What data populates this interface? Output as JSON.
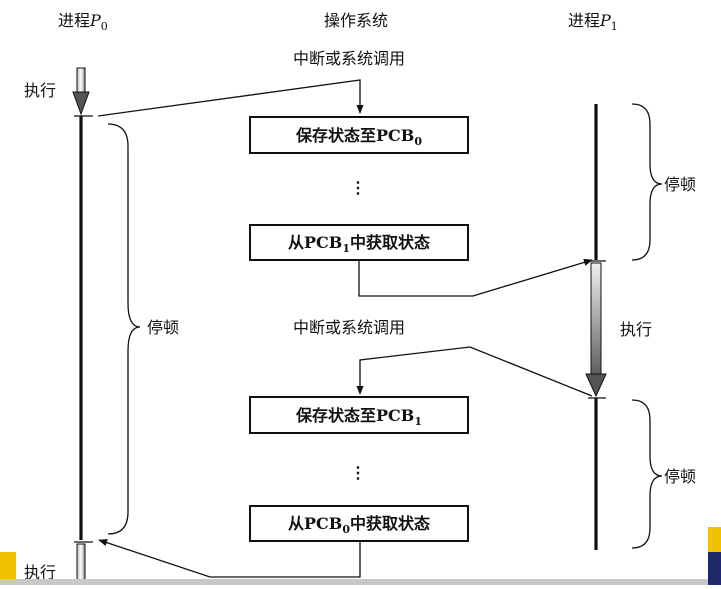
{
  "headers": {
    "p0_prefix": "进程",
    "p0_var": "P",
    "p0_sub": "0",
    "os": "操作系统",
    "p1_prefix": "进程",
    "p1_var": "P",
    "p1_sub": "1"
  },
  "os_labels": {
    "interrupt_top": "中断或系统调用",
    "interrupt_mid": "中断或系统调用",
    "ellipsis": "⋮"
  },
  "boxes": {
    "save_pcb0": {
      "main": "保存状态至PCB",
      "sub": "0",
      "after": ""
    },
    "load_pcb1": {
      "main": "从PCB",
      "sub": "1",
      "after": "中获取状态"
    },
    "save_pcb1": {
      "main": "保存状态至PCB",
      "sub": "1",
      "after": ""
    },
    "load_pcb0": {
      "main": "从PCB",
      "sub": "0",
      "after": "中获取状态"
    }
  },
  "p0_labels": {
    "exec_top": "执行",
    "idle": "停顿",
    "exec_bottom": "执行"
  },
  "p1_labels": {
    "idle_top": "停顿",
    "exec": "执行",
    "idle_bottom": "停顿"
  },
  "colors": {
    "ink": "#111111",
    "exec_bar_light": "#e4e4e4",
    "exec_bar_dark": "#666666",
    "corner_yellow": "#f2c200",
    "corner_navy": "#1e2a6e",
    "bottom_strip": "#c8c8c8"
  }
}
